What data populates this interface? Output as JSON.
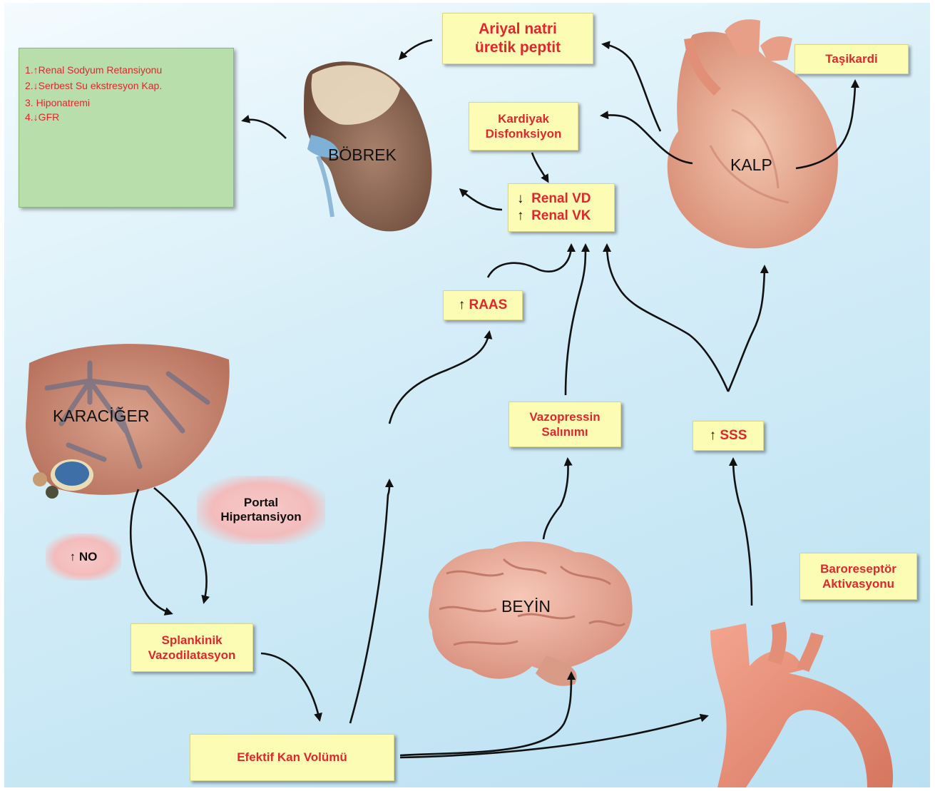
{
  "green_list": {
    "item1": "1.↑Renal Sodyum Retansiyonu",
    "item2": "2.↓Serbest Su ekstresyon Kap.",
    "item3": "3.    Hiponatremi",
    "item4": "4.↓GFR"
  },
  "organs": {
    "kidney": "BÖBREK",
    "heart": "KALP",
    "liver": "KARACİĞER",
    "brain": "BEYİN"
  },
  "boxes": {
    "anp_line1": "Ariyal natri",
    "anp_line2": "üretik peptit",
    "tachycardia": "Taşikardi",
    "cardiac_line1": "Kardiyak",
    "cardiac_line2": "Disfonksiyon",
    "renal_vd": "Renal VD",
    "renal_vk": "Renal VK",
    "raas": "RAAS",
    "vasopressin_line1": "Vazopressin",
    "vasopressin_line2": "Salınımı",
    "sss": "SSS",
    "splanchnic_line1": "Splankinik",
    "splanchnic_line2": "Vazodilatasyon",
    "effective_volume": "Efektif Kan Volümü",
    "baroreceptor_line1": "Baroreseptör",
    "baroreceptor_line2": "Aktivasyonu"
  },
  "bubbles": {
    "portal_line1": "Portal",
    "portal_line2": "Hipertansiyon",
    "no": "NO"
  },
  "symbols": {
    "up": "↑",
    "down": "↓"
  },
  "colors": {
    "box_fill": "#fdfcb4",
    "box_text": "#e3262d",
    "green_panel": "#b8deac",
    "pink_bubble": "#f3bcbc"
  }
}
